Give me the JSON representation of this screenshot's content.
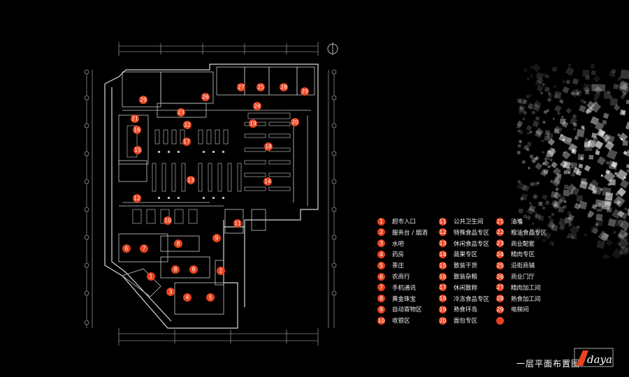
{
  "title": "一层平面布置图",
  "logo_text": "daya",
  "colors": {
    "marker": "#e8431f",
    "background": "#000000",
    "lines": "#cfcfcf",
    "legend_text": "#eeeeee"
  },
  "legend": [
    {
      "num": "1",
      "label": "超市入口"
    },
    {
      "num": "2",
      "label": "服务台 / 烟酒"
    },
    {
      "num": "3",
      "label": "水吧"
    },
    {
      "num": "4",
      "label": "药房"
    },
    {
      "num": "5",
      "label": "茶庄"
    },
    {
      "num": "6",
      "label": "农商行"
    },
    {
      "num": "7",
      "label": "手机通讯"
    },
    {
      "num": "8",
      "label": "黄金珠宝"
    },
    {
      "num": "9",
      "label": "自动寄物区"
    },
    {
      "num": "10",
      "label": "收银区"
    },
    {
      "num": "11",
      "label": "公共卫生间"
    },
    {
      "num": "12",
      "label": "特殊食品专区"
    },
    {
      "num": "13",
      "label": "休闲食品专区"
    },
    {
      "num": "14",
      "label": "蔬果专区"
    },
    {
      "num": "15",
      "label": "散装干货"
    },
    {
      "num": "16",
      "label": "散装杂粮"
    },
    {
      "num": "17",
      "label": "休闲散称"
    },
    {
      "num": "18",
      "label": "冷冻食品专区"
    },
    {
      "num": "19",
      "label": "熟食环岛"
    },
    {
      "num": "20",
      "label": "面包专区"
    },
    {
      "num": "21",
      "label": "油堆"
    },
    {
      "num": "22",
      "label": "粮油食品专区"
    },
    {
      "num": "23",
      "label": "商业配套"
    },
    {
      "num": "24",
      "label": "精肉专区"
    },
    {
      "num": "25",
      "label": "沿街商铺"
    },
    {
      "num": "26",
      "label": "商业门厅"
    },
    {
      "num": "27",
      "label": "精肉加工间"
    },
    {
      "num": "28",
      "label": "熟食加工间"
    },
    {
      "num": "29",
      "label": "电梯间"
    },
    {
      "num": "",
      "label": ""
    }
  ],
  "plan_markers": [
    {
      "num": "1"
    },
    {
      "num": "2"
    },
    {
      "num": "3"
    },
    {
      "num": "4"
    },
    {
      "num": "5"
    },
    {
      "num": "6"
    },
    {
      "num": "7"
    },
    {
      "num": "8"
    },
    {
      "num": "8"
    },
    {
      "num": "8"
    },
    {
      "num": "9"
    },
    {
      "num": "10"
    },
    {
      "num": "11"
    },
    {
      "num": "12"
    },
    {
      "num": "13"
    },
    {
      "num": "14"
    },
    {
      "num": "15"
    },
    {
      "num": "16"
    },
    {
      "num": "17"
    },
    {
      "num": "18"
    },
    {
      "num": "19"
    },
    {
      "num": "20"
    },
    {
      "num": "21"
    },
    {
      "num": "22"
    },
    {
      "num": "23"
    },
    {
      "num": "24"
    },
    {
      "num": "25"
    },
    {
      "num": "26"
    },
    {
      "num": "27"
    },
    {
      "num": "28"
    },
    {
      "num": "29"
    },
    {
      "num": "29"
    }
  ]
}
